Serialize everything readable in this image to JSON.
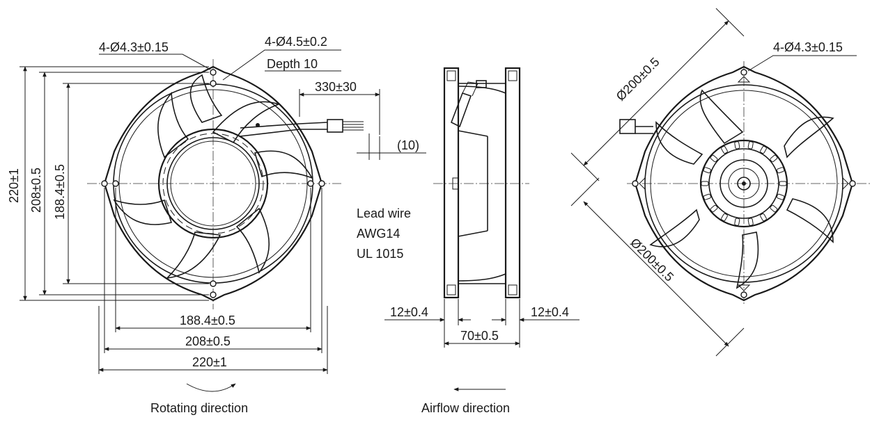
{
  "front_view": {
    "hole_note_small": "4-Ø4.3±0.15",
    "hole_note_large": "4-Ø4.5±0.2",
    "depth_note": "Depth 10",
    "lead_length": "330±30",
    "strip_length": "(10)",
    "dim_vertical_outer": "220±1",
    "dim_vertical_mid": "208±0.5",
    "dim_vertical_inner": "188.4±0.5",
    "dim_horizontal_inner": "188.4±0.5",
    "dim_horizontal_mid": "208±0.5",
    "dim_horizontal_outer": "220±1",
    "rotating_label": "Rotating direction"
  },
  "lead_wire": {
    "line1": "Lead wire",
    "line2": "AWG14",
    "line3": "UL 1015"
  },
  "side_view": {
    "flange_left": "12±0.4",
    "flange_right": "12±0.4",
    "depth": "70±0.5",
    "airflow_label": "Airflow direction"
  },
  "rear_view": {
    "diameter_top": "Ø200±0.5",
    "diameter_bottom": "Ø200±0.5",
    "hole_note": "4-Ø4.3±0.15"
  }
}
